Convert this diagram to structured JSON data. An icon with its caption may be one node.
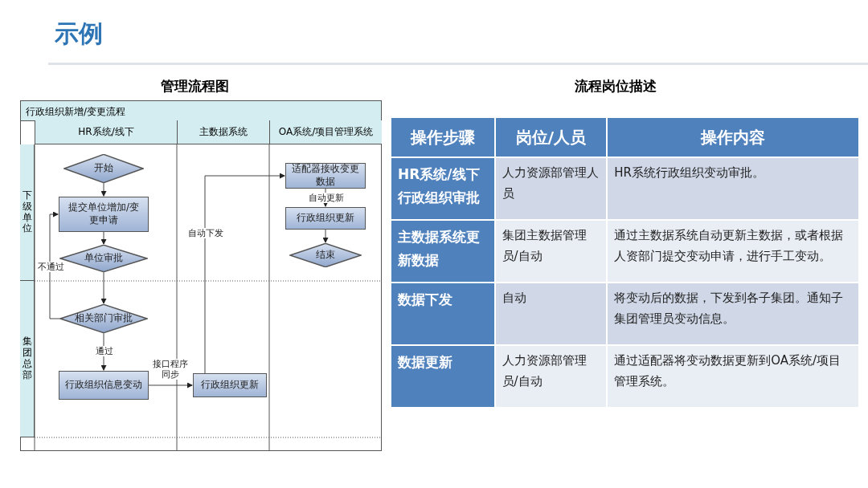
{
  "diagram": {
    "title": "示例",
    "nodes": [
      {
        "text": [
          "行政组织新增/变更流程"
        ]
      },
      {
        "text": [
          "HR系统/线下"
        ],
        "in": 0
      },
      {
        "text": [
          "主数据系统"
        ],
        "in": 0
      },
      {
        "text": [
          "OA系统/项目管理系统"
        ],
        "in": 0
      },
      {
        "text": [
          "下级单位"
        ],
        "in": 0
      },
      {
        "text": [
          "集团总部"
        ],
        "in": 0
      },
      {
        "text": [
          "开始"
        ],
        "in": 0
      },
      {
        "text": [
          "提交单位增加/变更申请"
        ],
        "in": 0
      },
      {
        "text": [
          "单位审批"
        ],
        "in": 0
      },
      {
        "text": [
          "相关部门审批"
        ],
        "in": 0
      },
      {
        "text": [
          "行政组织信息变动"
        ],
        "in": 0
      },
      {
        "text": [
          "行政组织更新"
        ],
        "in": 0
      },
      {
        "text": [
          "适配器接收变更数据"
        ],
        "in": 0
      },
      {
        "text": [
          "行政组织更新"
        ],
        "in": 0
      },
      {
        "text": [
          "结束"
        ],
        "in": 0
      }
    ],
    "edges": [
      {
        "from": 6,
        "to": 7,
        "arrow": "to"
      },
      {
        "from": 7,
        "to": 8,
        "arrow": "to"
      },
      {
        "from": 8,
        "to": 9,
        "arrow": "to"
      },
      {
        "from": 9,
        "to": 7,
        "arrow": "to",
        "label": "不通过"
      },
      {
        "from": 9,
        "to": 10,
        "arrow": "to",
        "label": "通过"
      },
      {
        "from": 10,
        "to": 11,
        "arrow": "to",
        "label": "接口程序同步"
      },
      {
        "from": 11,
        "to": 12,
        "arrow": "to",
        "label": "自动下发"
      },
      {
        "from": 12,
        "to": 13,
        "arrow": "to",
        "label": "自动更新"
      },
      {
        "from": 13,
        "to": 14,
        "arrow": "to"
      }
    ],
    "labels": [
      "管理流程图",
      "流程岗位描述",
      "操作步骤",
      "岗位/人员",
      "操作内容",
      "HR系统/线下行政组织审批",
      "人力资源部管理人员",
      "HR系统行政组织变动审批。",
      "主数据系统更新数据",
      "集团主数据管理员/自动",
      "通过主数据系统自动更新主数据，或者根据人资部门提交变动申请，进行手工变动。",
      "数据下发",
      "自动",
      "将变动后的数据，下发到各子集团。通知子集团管理员变动信息。",
      "数据更新",
      "人力资源部管理员/自动",
      "通过适配器将变动数据更新到OA系统/项目管理系统。"
    ]
  }
}
